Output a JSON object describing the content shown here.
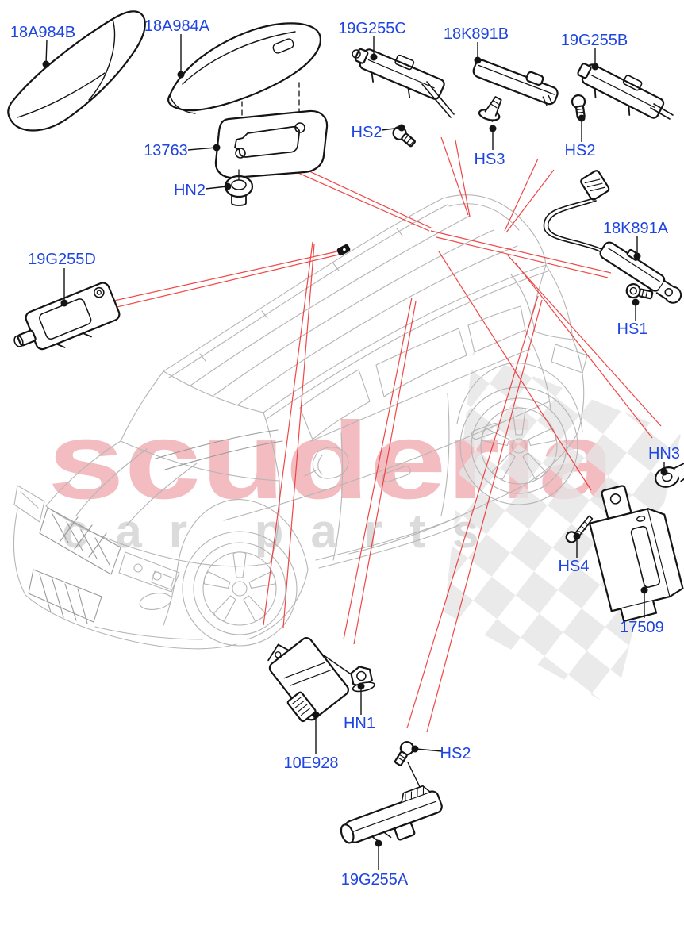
{
  "document": {
    "type": "parts-exploded-diagram",
    "vehicle": "Land Rover Discovery Sport",
    "subject": "Aerial / Antenna components"
  },
  "watermark": {
    "brand": "scuderia",
    "tagline": "car parts"
  },
  "colors": {
    "label_blue": "#1f45e0",
    "callout_red": "#ee3333",
    "part_line_black": "#141414",
    "car_line_gray": "#b5b5b5",
    "watermark_pink": "#f2bcc1",
    "watermark_gray": "#dbdbdb",
    "checker_gray": "#e5e5e5",
    "background": "#ffffff"
  },
  "labels": [
    {
      "id": "18A984B",
      "text": "18A984B"
    },
    {
      "id": "18A984A",
      "text": "18A984A"
    },
    {
      "id": "19G255C",
      "text": "19G255C"
    },
    {
      "id": "18K891B",
      "text": "18K891B"
    },
    {
      "id": "19G255B",
      "text": "19G255B"
    },
    {
      "id": "13763",
      "text": "13763"
    },
    {
      "id": "HN2",
      "text": "HN2"
    },
    {
      "id": "HS2-top",
      "text": "HS2"
    },
    {
      "id": "HS3",
      "text": "HS3"
    },
    {
      "id": "HS2-right",
      "text": "HS2"
    },
    {
      "id": "18K891A",
      "text": "18K891A"
    },
    {
      "id": "HS1",
      "text": "HS1"
    },
    {
      "id": "19G255D",
      "text": "19G255D"
    },
    {
      "id": "HN3",
      "text": "HN3"
    },
    {
      "id": "HS4",
      "text": "HS4"
    },
    {
      "id": "17509",
      "text": "17509"
    },
    {
      "id": "HN1",
      "text": "HN1"
    },
    {
      "id": "10E928",
      "text": "10E928"
    },
    {
      "id": "HS2-bottom",
      "text": "HS2"
    },
    {
      "id": "19G255A",
      "text": "19G255A"
    }
  ]
}
